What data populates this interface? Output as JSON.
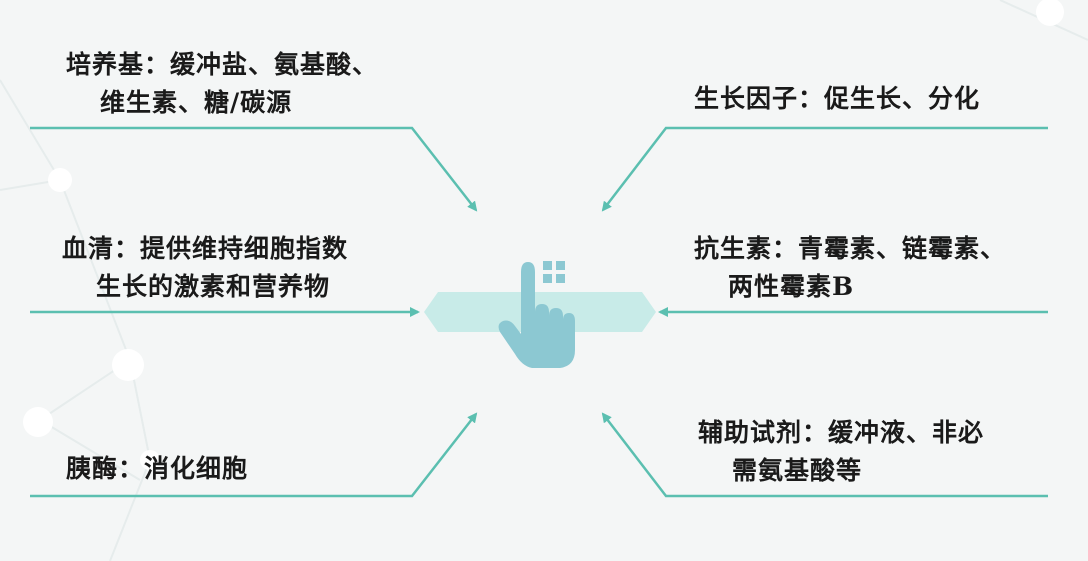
{
  "items": {
    "medium": {
      "line1": "培养基：缓冲盐、氨基酸、",
      "line2": "维生素、糖/碳源"
    },
    "serum": {
      "line1": "血清：提供维持细胞指数",
      "line2": "生长的激素和营养物"
    },
    "trypsin": {
      "line1": "胰酶：消化细胞"
    },
    "growth": {
      "line1": "生长因子：促生长、分化"
    },
    "antibiotic": {
      "line1": "抗生素：青霉素、链霉素、",
      "line2": "两性霉素B"
    },
    "reagent": {
      "line1": "辅助试剂：缓冲液、非必",
      "line2": "需氨基酸等"
    }
  },
  "center_icon": "hand-pointer-grid-icon",
  "colors": {
    "accent": "#5bbfb0",
    "band": "#c8ebe8",
    "hand": "#8cc8d2",
    "background": "#f4f6f6"
  }
}
